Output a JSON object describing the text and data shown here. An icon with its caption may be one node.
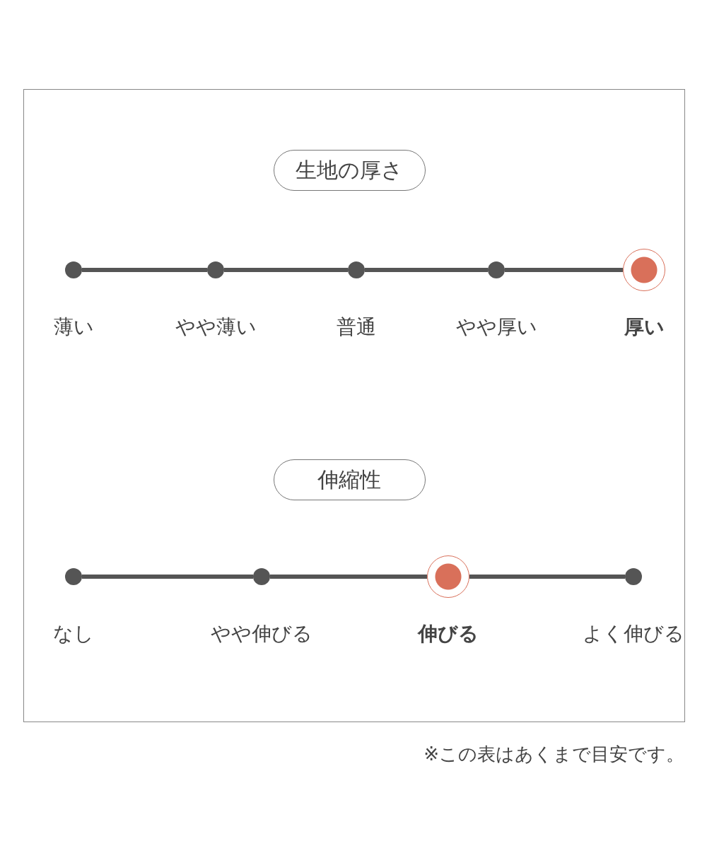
{
  "diagram": {
    "nodes": [
      {
        "text": [],
        "shape": "box"
      },
      {
        "text": [
          "生地の厚さ"
        ],
        "in": 0
      },
      {
        "text": [],
        "shape": "circle",
        "beside": [
          "薄い"
        ],
        "in": 0
      },
      {
        "text": [],
        "shape": "circle",
        "beside": [
          "やや薄い"
        ],
        "in": 0
      },
      {
        "text": [],
        "shape": "circle",
        "beside": [
          "普通"
        ],
        "in": 0
      },
      {
        "text": [],
        "shape": "circle",
        "beside": [
          "やや厚い"
        ],
        "in": 0
      },
      {
        "text": [],
        "shape": "target",
        "beside": [
          "厚い"
        ],
        "in": 0
      },
      {
        "text": [
          "伸縮性"
        ],
        "in": 0
      },
      {
        "text": [],
        "shape": "circle",
        "beside": [
          "なし"
        ],
        "in": 0
      },
      {
        "text": [],
        "shape": "circle",
        "beside": [
          "やや伸びる"
        ],
        "in": 0
      },
      {
        "text": [],
        "shape": "target",
        "beside": [
          "伸びる"
        ],
        "in": 0
      },
      {
        "text": [],
        "shape": "circle",
        "beside": [
          "よく伸びる"
        ],
        "in": 0
      }
    ],
    "edges": [
      {
        "from": 2,
        "to": 3,
        "arrow": "none"
      },
      {
        "from": 3,
        "to": 4,
        "arrow": "none"
      },
      {
        "from": 4,
        "to": 5,
        "arrow": "none"
      },
      {
        "from": 5,
        "to": 6,
        "arrow": "none"
      },
      {
        "from": 8,
        "to": 9,
        "arrow": "none"
      },
      {
        "from": 9,
        "to": 10,
        "arrow": "none"
      },
      {
        "from": 10,
        "to": 11,
        "arrow": "none"
      }
    ],
    "labels": [
      "※この表はあくまで目安です。"
    ]
  }
}
